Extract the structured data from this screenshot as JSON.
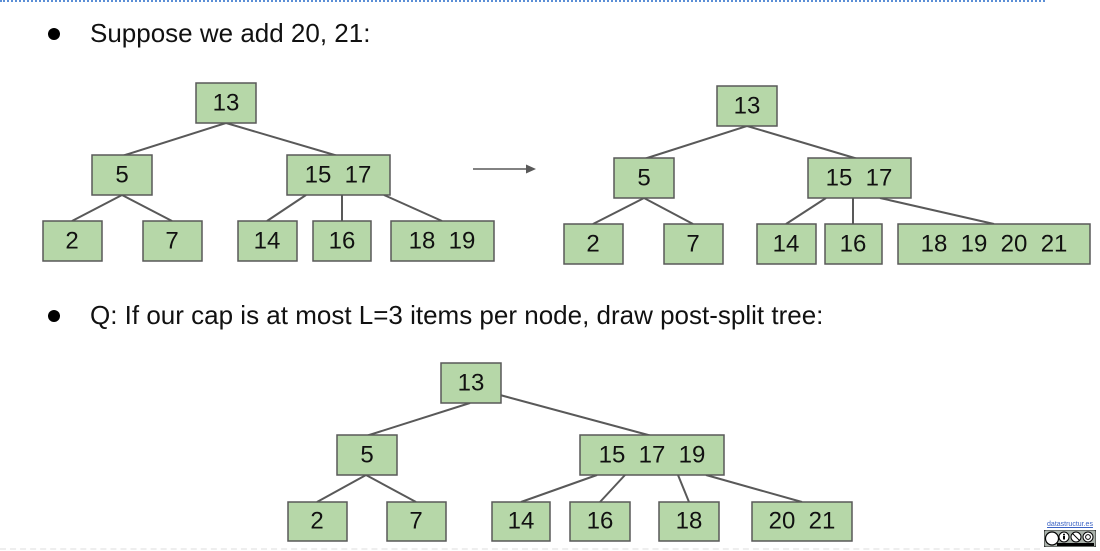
{
  "bullets": {
    "line1": "Suppose we add 20, 21:",
    "line2": "Q: If our cap is at most L=3 items per node, draw post-split tree:"
  },
  "trees": [
    {
      "id": "before-tree",
      "nodes": [
        {
          "id": "root",
          "label": "13"
        },
        {
          "id": "left",
          "label": "5"
        },
        {
          "id": "right",
          "label": "15  17"
        },
        {
          "id": "leaf-2",
          "label": "2"
        },
        {
          "id": "leaf-7",
          "label": "7"
        },
        {
          "id": "leaf-14",
          "label": "14"
        },
        {
          "id": "leaf-16",
          "label": "16"
        },
        {
          "id": "leaf-18-19",
          "label": "18  19"
        }
      ]
    },
    {
      "id": "after-add-tree",
      "nodes": [
        {
          "id": "root",
          "label": "13"
        },
        {
          "id": "left",
          "label": "5"
        },
        {
          "id": "right",
          "label": "15  17"
        },
        {
          "id": "leaf-2",
          "label": "2"
        },
        {
          "id": "leaf-7",
          "label": "7"
        },
        {
          "id": "leaf-14",
          "label": "14"
        },
        {
          "id": "leaf-16",
          "label": "16"
        },
        {
          "id": "leaf-18-21",
          "label": "18  19  20  21"
        }
      ]
    },
    {
      "id": "post-split-tree",
      "nodes": [
        {
          "id": "root",
          "label": "13"
        },
        {
          "id": "left",
          "label": "5"
        },
        {
          "id": "right",
          "label": "15  17  19"
        },
        {
          "id": "leaf-2",
          "label": "2"
        },
        {
          "id": "leaf-7",
          "label": "7"
        },
        {
          "id": "leaf-14",
          "label": "14"
        },
        {
          "id": "leaf-16",
          "label": "16"
        },
        {
          "id": "leaf-18",
          "label": "18"
        },
        {
          "id": "leaf-20-21",
          "label": "20  21"
        }
      ]
    }
  ],
  "footer": {
    "site": "datastructur.es",
    "license_icons": [
      "cc-icon",
      "by-icon",
      "nc-icon",
      "sa-icon"
    ]
  },
  "colors": {
    "node_fill": "#b6d7a8",
    "node_border": "#595959",
    "edge": "#595959",
    "top_rule": "#5b8fd6"
  }
}
